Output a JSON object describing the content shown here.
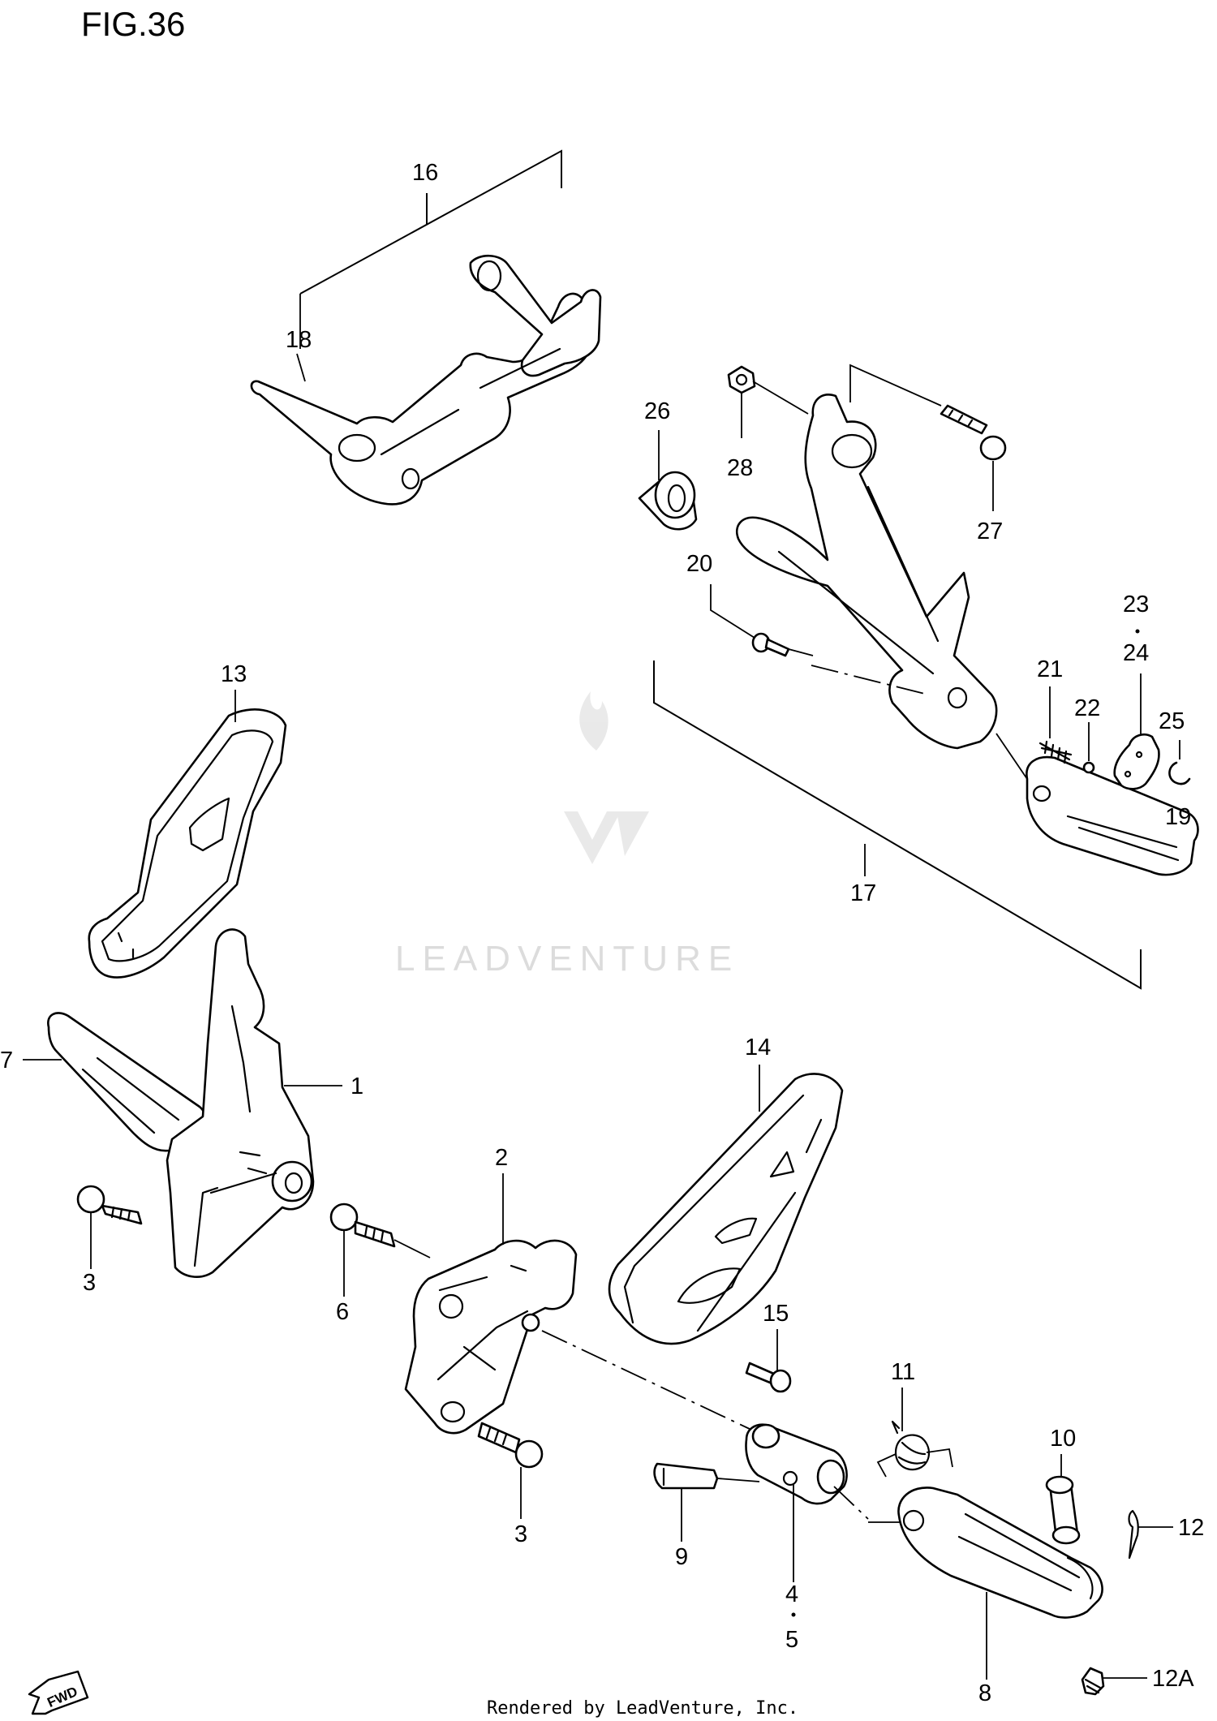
{
  "figure": {
    "title": "FIG.36",
    "footer": "Rendered by LeadVenture, Inc.",
    "watermark": "LEADVENTURE",
    "fwd_label": "FWD"
  },
  "callouts": {
    "c1": "1",
    "c2": "2",
    "c3a": "3",
    "c3b": "3",
    "c4": "4",
    "c5": "5",
    "c6": "6",
    "c7": "7",
    "c8": "8",
    "c9": "9",
    "c10": "10",
    "c11": "11",
    "c12": "12",
    "c12a": "12A",
    "c13": "13",
    "c14": "14",
    "c15": "15",
    "c16": "16",
    "c17": "17",
    "c18": "18",
    "c19": "19",
    "c20": "20",
    "c21": "21",
    "c22": "22",
    "c23": "23",
    "c24": "24",
    "c25": "25",
    "c26": "26",
    "c27": "27",
    "c28": "28"
  }
}
